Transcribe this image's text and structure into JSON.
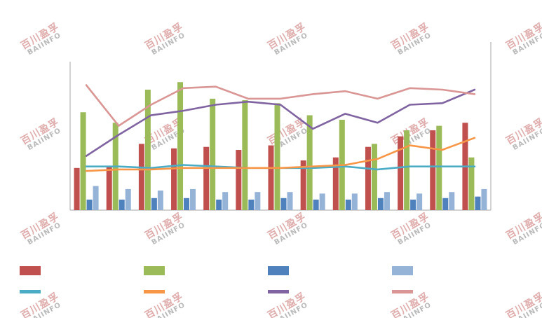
{
  "watermark": {
    "line1": "百川盈孚",
    "line2": "BAIINFO"
  },
  "chart_data": {
    "type": "bar",
    "subtype": "grouped-bars-with-overlaid-lines",
    "title": "",
    "xlabel": "",
    "ylabel": "",
    "n_points": 13,
    "x_tick_labels": [],
    "y_tick_labels": [],
    "ylim": [
      0,
      100
    ],
    "grid": false,
    "axes": {
      "left": true,
      "right": true,
      "bottom": true,
      "color": "#A6A6A6"
    },
    "bar_series": [
      {
        "name": "bar-red",
        "color": "#C0504D",
        "values": [
          28,
          29,
          44,
          41,
          42,
          40,
          43,
          33,
          35,
          42,
          49,
          53,
          58
        ]
      },
      {
        "name": "bar-green",
        "color": "#9BBB59",
        "values": [
          65,
          58,
          80,
          85,
          74,
          73,
          71,
          63,
          60,
          44,
          53,
          56,
          35
        ]
      },
      {
        "name": "bar-blue",
        "color": "#4F81BD",
        "values": [
          7,
          7,
          8,
          8,
          7,
          7,
          8,
          7,
          7,
          8,
          7,
          8,
          9
        ]
      },
      {
        "name": "bar-lightblue",
        "color": "#95B3D7",
        "values": [
          16,
          14,
          13,
          14,
          12,
          12,
          12,
          11,
          11,
          12,
          11,
          12,
          14
        ]
      }
    ],
    "line_series": [
      {
        "name": "line-teal",
        "color": "#4BACC6",
        "values": [
          29,
          29,
          28,
          30,
          29,
          28,
          28,
          28,
          29,
          27,
          29,
          29,
          29
        ]
      },
      {
        "name": "line-orange",
        "color": "#F79646",
        "values": [
          26,
          27,
          27,
          28,
          28,
          28,
          28,
          29,
          30,
          34,
          43,
          40,
          48
        ]
      },
      {
        "name": "line-purple",
        "color": "#8064A2",
        "values": [
          36,
          50,
          63,
          66,
          70,
          72,
          70,
          54,
          64,
          58,
          70,
          71,
          80
        ]
      },
      {
        "name": "line-pink",
        "color": "#D99694",
        "values": [
          83,
          56,
          70,
          81,
          82,
          74,
          74,
          77,
          79,
          74,
          81,
          80,
          77
        ]
      }
    ],
    "legend": {
      "position": "bottom",
      "items": [
        {
          "key": "bar-red",
          "color": "#C0504D",
          "shape": "bar",
          "label": ""
        },
        {
          "key": "bar-green",
          "color": "#9BBB59",
          "shape": "bar",
          "label": ""
        },
        {
          "key": "bar-blue",
          "color": "#4F81BD",
          "shape": "bar",
          "label": ""
        },
        {
          "key": "bar-lightblue",
          "color": "#95B3D7",
          "shape": "bar",
          "label": ""
        },
        {
          "key": "line-teal",
          "color": "#4BACC6",
          "shape": "line",
          "label": ""
        },
        {
          "key": "line-orange",
          "color": "#F79646",
          "shape": "line",
          "label": ""
        },
        {
          "key": "line-purple",
          "color": "#8064A2",
          "shape": "line",
          "label": ""
        },
        {
          "key": "line-pink",
          "color": "#D99694",
          "shape": "line",
          "label": ""
        }
      ]
    }
  }
}
